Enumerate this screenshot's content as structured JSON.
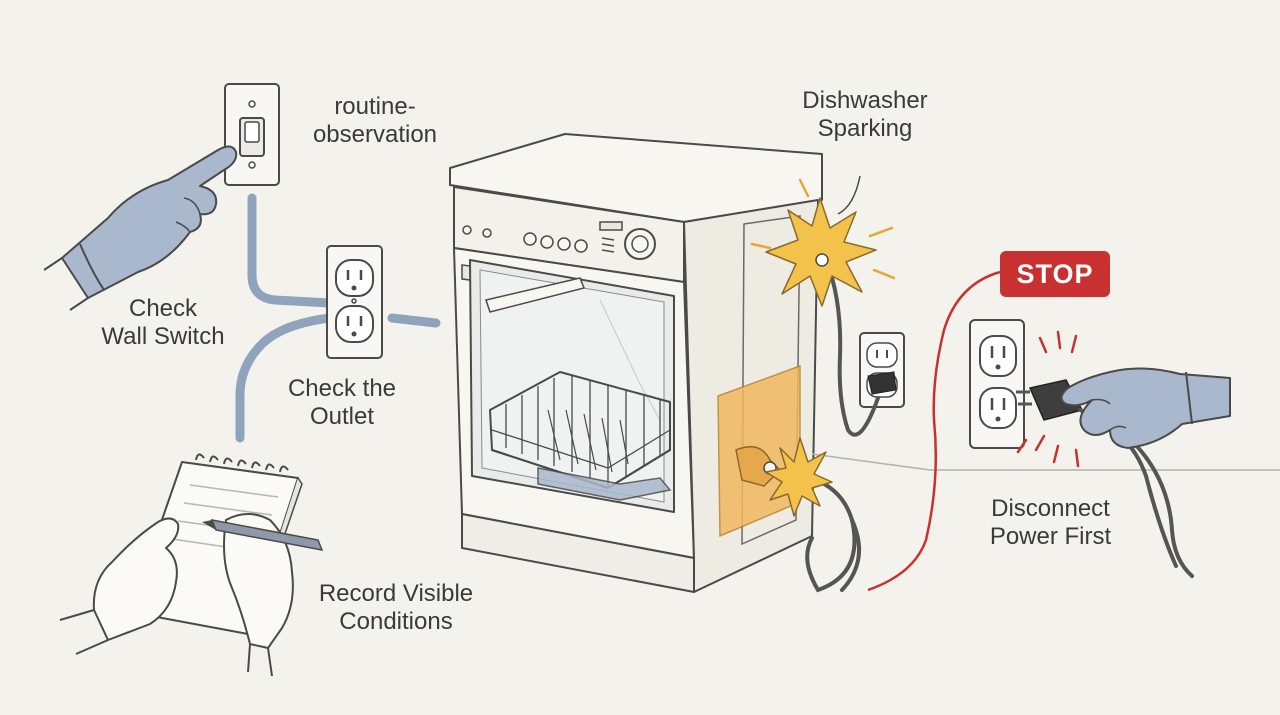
{
  "labels": {
    "routine": {
      "line1": "routine-",
      "line2": "observation"
    },
    "wall_switch": {
      "line1": "Check",
      "line2": "Wall Switch"
    },
    "outlet": {
      "line1": "Check the",
      "line2": "Outlet"
    },
    "record": {
      "line1": "Record Visible",
      "line2": "Conditions"
    },
    "sparking": {
      "line1": "Dishwasher",
      "line2": "Sparking"
    },
    "disconnect": {
      "line1": "Disconnect",
      "line2": "Power First"
    }
  },
  "stop_badge": "STOP",
  "colors": {
    "background": "#f4f2ec",
    "stop_red": "#c8312f",
    "glove_blue": "#a9b8cc",
    "flow_line": "#8fa3bd",
    "spark_yellow": "#f3c24a",
    "glow_orange": "#f1b860",
    "ink": "#3a3a3a"
  },
  "icons": [
    "wall-switch-icon",
    "outlet-icon",
    "dishwasher-icon",
    "spark-icon",
    "gloved-hand-icon",
    "notepad-icon",
    "pen-icon",
    "plug-icon",
    "power-cord-icon"
  ]
}
